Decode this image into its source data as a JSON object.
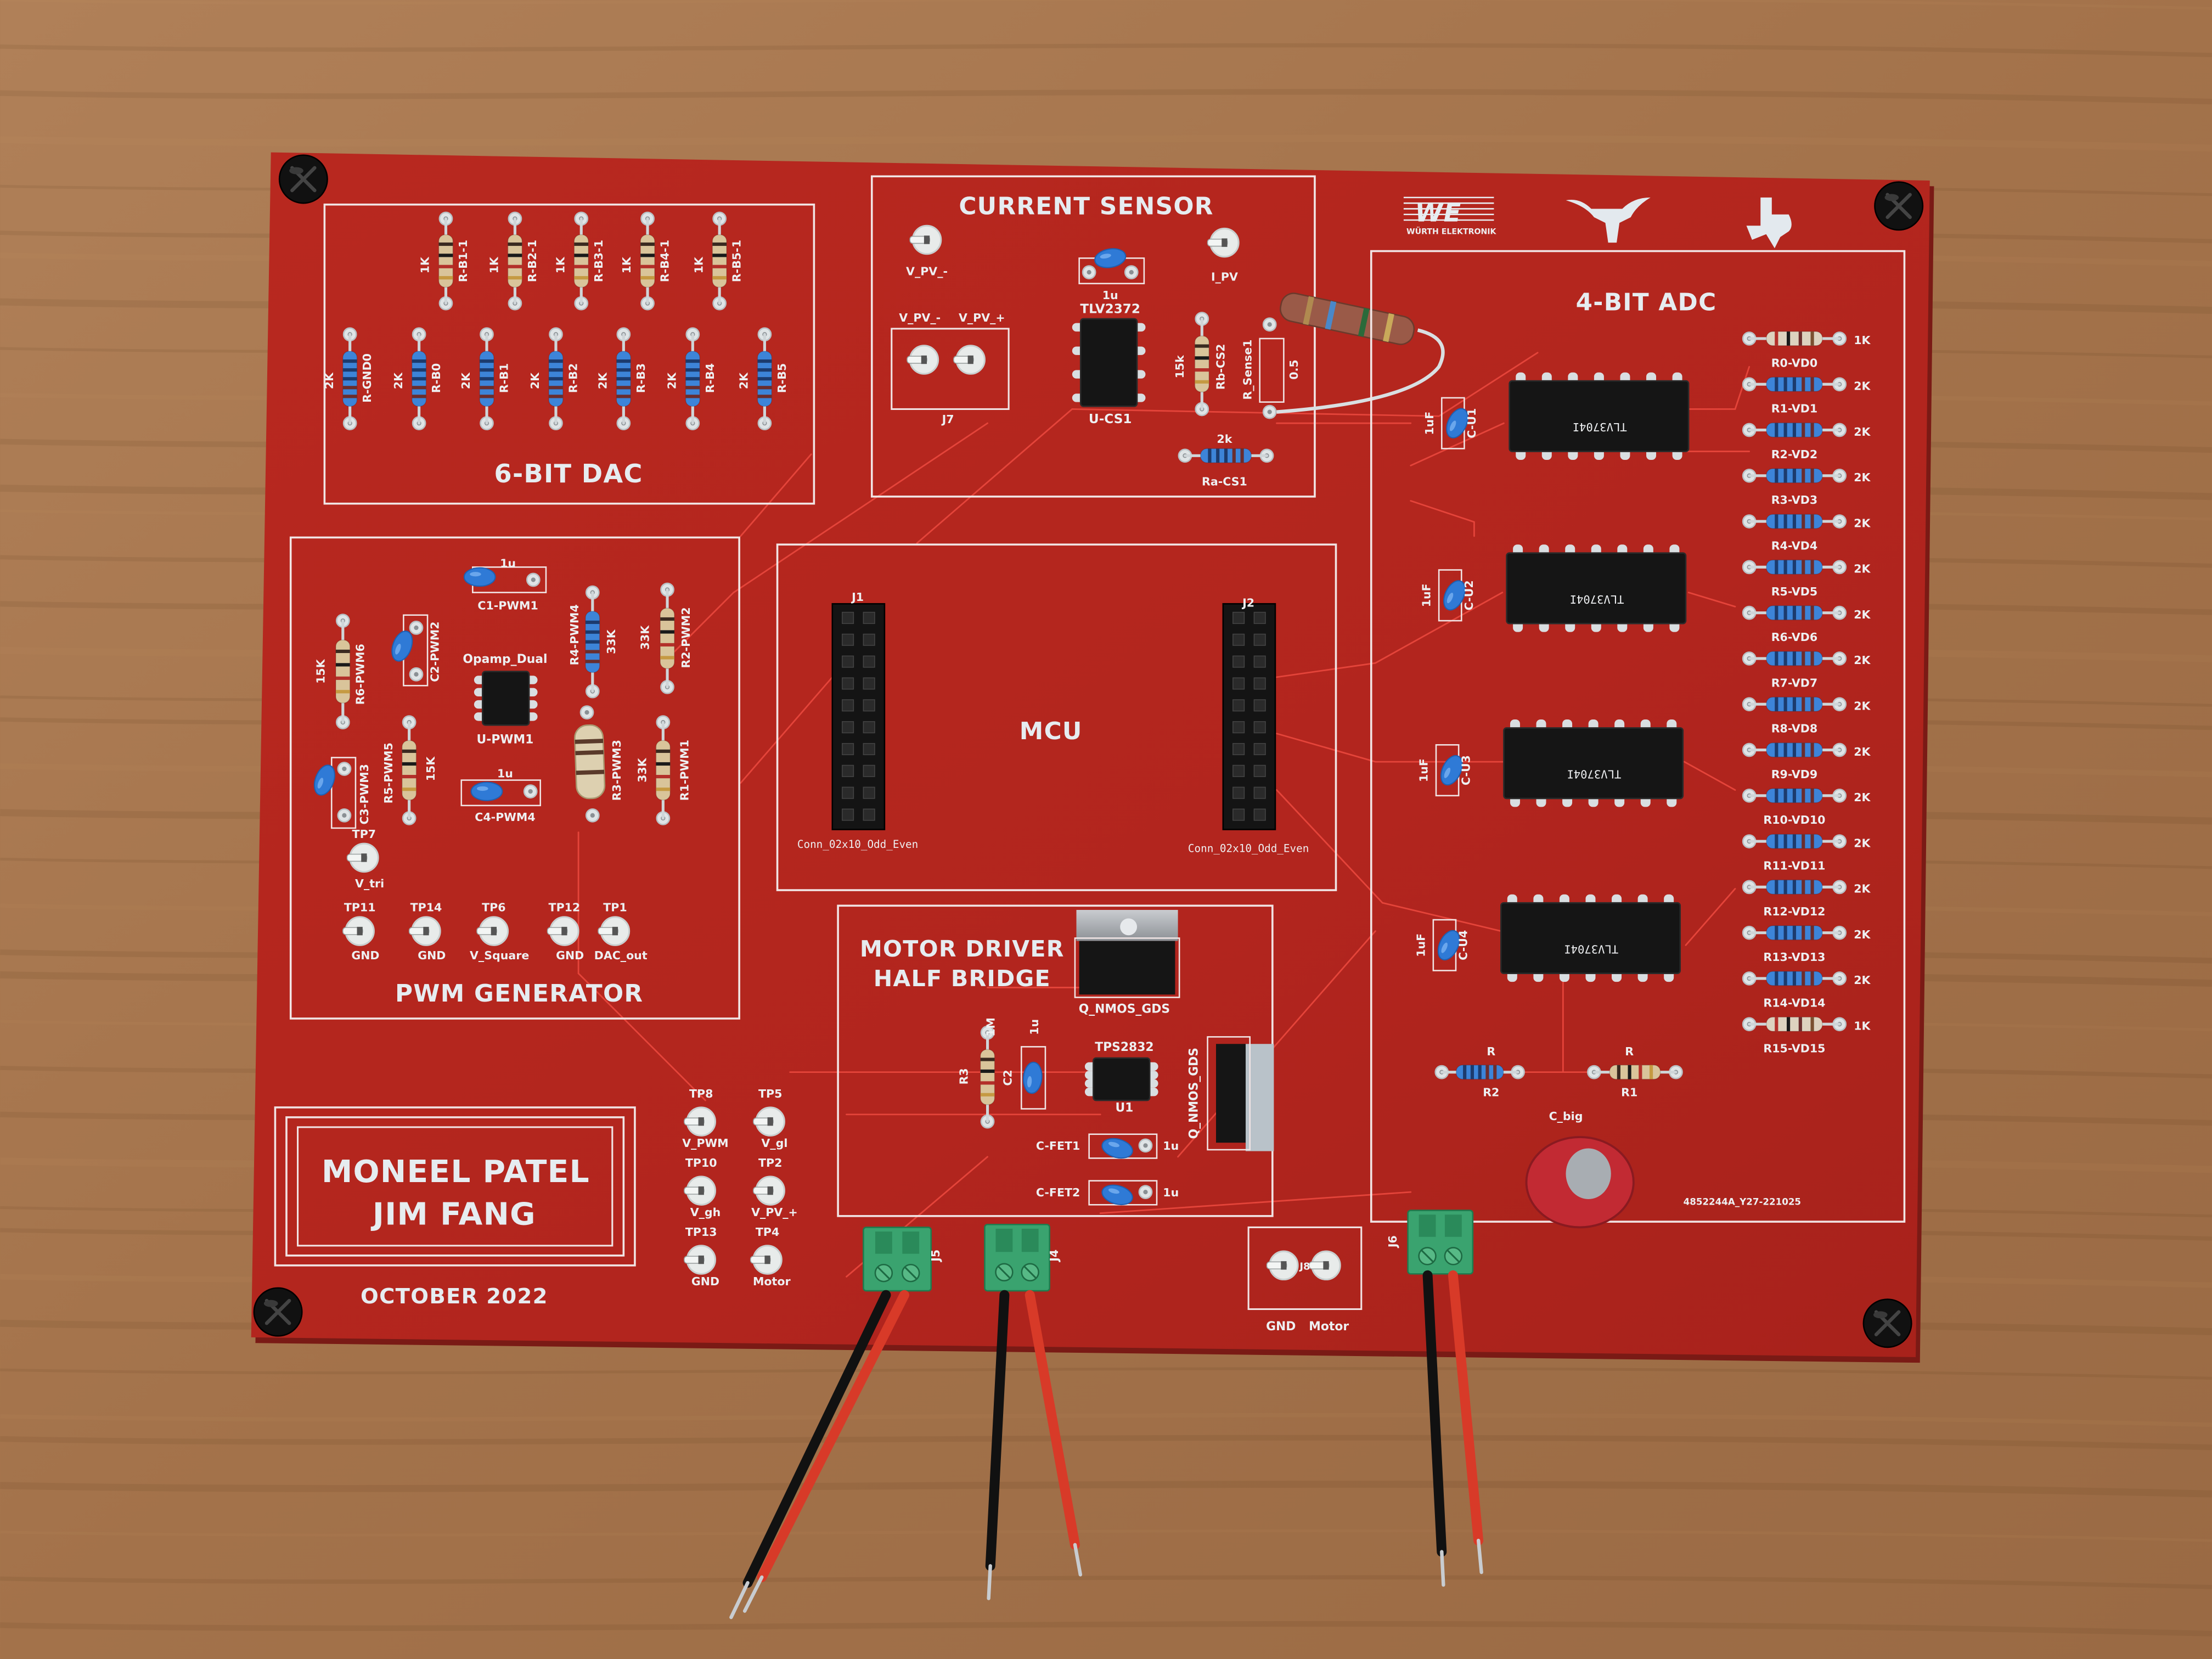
{
  "colors": {
    "board": "#b3261f",
    "wood": "#a6764c",
    "silkscreen": "#eef0f2",
    "trace": "#e4443a",
    "resistor_blue": "#3d84d8",
    "capacitor_blue": "#2f7ad6",
    "terminal_green": "#3aa36f"
  },
  "logos": {
    "wurth_text": "WÜRTH ELEKTRONIK",
    "wurth_mark": "WE"
  },
  "dac": {
    "title": "6-BIT DAC",
    "top_resistors": [
      {
        "ref": "R-B1-1",
        "value": "1K"
      },
      {
        "ref": "R-B2-1",
        "value": "1K"
      },
      {
        "ref": "R-B3-1",
        "value": "1K"
      },
      {
        "ref": "R-B4-1",
        "value": "1K"
      },
      {
        "ref": "R-B5-1",
        "value": "1K"
      }
    ],
    "bottom_resistors": [
      {
        "ref": "R-GND0",
        "value": "2K"
      },
      {
        "ref": "R-B0",
        "value": "2K"
      },
      {
        "ref": "R-B1",
        "value": "2K"
      },
      {
        "ref": "R-B2",
        "value": "2K"
      },
      {
        "ref": "R-B3",
        "value": "2K"
      },
      {
        "ref": "R-B4",
        "value": "2K"
      },
      {
        "ref": "R-B5",
        "value": "2K"
      }
    ]
  },
  "current_sensor": {
    "title": "CURRENT SENSOR",
    "tp_left": "V_PV_-",
    "tp_right": "I_PV",
    "cap_value": "1u",
    "ic_part": "TLV2372",
    "ic_ref": "U-CS1",
    "connector_pins": [
      "V_PV_-",
      "V_PV_+"
    ],
    "connector_ref": "J7",
    "rb": {
      "ref": "Rb-CS2",
      "value": "15k"
    },
    "rsense": {
      "ref": "R_Sense1",
      "value": "0.5"
    },
    "ra": {
      "ref": "Ra-CS1",
      "value": "2k"
    }
  },
  "adc": {
    "title": "4-BIT ADC",
    "caps": [
      {
        "ref": "C-U1",
        "value": "1uF"
      },
      {
        "ref": "C-U2",
        "value": "1uF"
      },
      {
        "ref": "C-U3",
        "value": "1uF"
      },
      {
        "ref": "C-U4",
        "value": "1uF"
      }
    ],
    "chip_marking": "TLV3704I",
    "resistors": [
      {
        "ref": "R0-VD0",
        "value": "1K"
      },
      {
        "ref": "R1-VD1",
        "value": "2K"
      },
      {
        "ref": "R2-VD2",
        "value": "2K"
      },
      {
        "ref": "R3-VD3",
        "value": "2K"
      },
      {
        "ref": "R4-VD4",
        "value": "2K"
      },
      {
        "ref": "R5-VD5",
        "value": "2K"
      },
      {
        "ref": "R6-VD6",
        "value": "2K"
      },
      {
        "ref": "R7-VD7",
        "value": "2K"
      },
      {
        "ref": "R8-VD8",
        "value": "2K"
      },
      {
        "ref": "R9-VD9",
        "value": "2K"
      },
      {
        "ref": "R10-VD10",
        "value": "2K"
      },
      {
        "ref": "R11-VD11",
        "value": "2K"
      },
      {
        "ref": "R12-VD12",
        "value": "2K"
      },
      {
        "ref": "R13-VD13",
        "value": "2K"
      },
      {
        "ref": "R14-VD14",
        "value": "2K"
      },
      {
        "ref": "R15-VD15",
        "value": "1K"
      }
    ],
    "r1": {
      "ref": "R1",
      "value": "R"
    },
    "r2": {
      "ref": "R2",
      "value": "R"
    },
    "cap_big": "C_big",
    "order_code": "4852244A_Y27-221025"
  },
  "pwm": {
    "title": "PWM GENERATOR",
    "opamp_part": "Opamp_Dual",
    "opamp_ref": "U-PWM1",
    "c1": {
      "ref": "C1-PWM1",
      "value": "1u"
    },
    "c2": {
      "ref": "C2-PWM2"
    },
    "c3": {
      "ref": "C3-PWM3"
    },
    "c4": {
      "ref": "C4-PWM4",
      "value": "1u"
    },
    "r1": {
      "ref": "R1-PWM1",
      "value": "33K"
    },
    "r2": {
      "ref": "R2-PWM2",
      "value": "33K"
    },
    "r3": {
      "ref": "R3-PWM3"
    },
    "r4": {
      "ref": "R4-PWM4",
      "value": "33K"
    },
    "r5": {
      "ref": "R5-PWM5",
      "value": "15K"
    },
    "r6": {
      "ref": "R6-PWM6",
      "value": "15K"
    },
    "test_points": [
      {
        "ref": "TP7",
        "label": "V_tri"
      },
      {
        "ref": "TP11",
        "label": "GND"
      },
      {
        "ref": "TP14",
        "label": "GND"
      },
      {
        "ref": "TP6",
        "label": "V_Square"
      },
      {
        "ref": "TP12",
        "label": "GND"
      },
      {
        "ref": "TP1",
        "label": "DAC_out"
      }
    ]
  },
  "mcu": {
    "title": "MCU",
    "j1": "J1",
    "j2": "J2",
    "connector_type": "Conn_02x10_Odd_Even"
  },
  "motor_driver": {
    "title_line1": "MOTOR DRIVER",
    "title_line2": "HALF BRIDGE",
    "mosfet": "Q_NMOS_GDS",
    "driver_part": "TPS2832",
    "driver_ref": "U1",
    "r3": {
      "ref": "R3",
      "value": "1M"
    },
    "c2": {
      "ref": "C2",
      "value": "1u"
    },
    "cfet1": {
      "ref": "C-FET1",
      "value": "1u"
    },
    "cfet2": {
      "ref": "C-FET2",
      "value": "1u"
    }
  },
  "test_points": [
    {
      "ref": "TP8",
      "label": "V_PWM"
    },
    {
      "ref": "TP5",
      "label": "V_gl"
    },
    {
      "ref": "TP10",
      "label": "V_gh"
    },
    {
      "ref": "TP2",
      "label": "V_PV_+"
    },
    {
      "ref": "TP13",
      "label": "GND"
    },
    {
      "ref": "TP4",
      "label": "Motor"
    }
  ],
  "connectors": {
    "j5": "J5",
    "j4": "J4",
    "j6": "J6",
    "j8": "J8",
    "j8_pins": [
      "GND",
      "Motor"
    ]
  },
  "credits": {
    "name1": "MONEEL PATEL",
    "name2": "JIM FANG",
    "date": "OCTOBER 2022"
  }
}
